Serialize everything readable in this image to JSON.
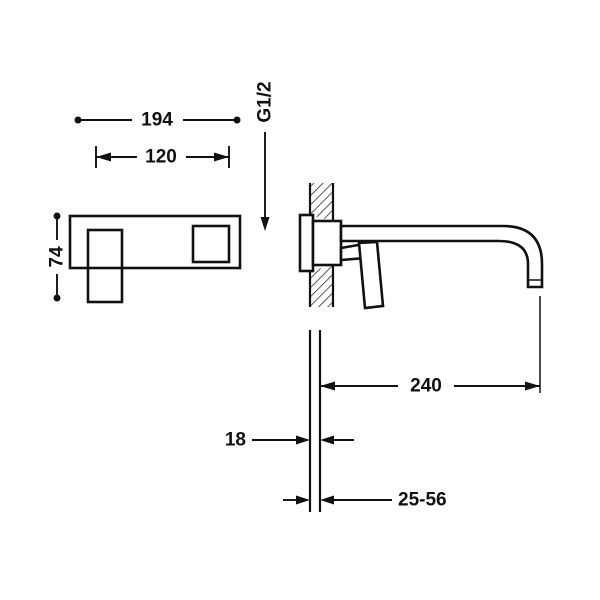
{
  "page": {
    "background_color": "#ffffff",
    "line_color": "#111111"
  },
  "drawing": {
    "type": "technical-dimension-drawing",
    "labels": {
      "dim_total_width": "194",
      "dim_centers": "120",
      "dim_height": "74",
      "thread_connection": "G1/2",
      "dim_spout_projection": "240",
      "dim_plate_depth": "18",
      "dim_wall_range": "25-56"
    }
  }
}
